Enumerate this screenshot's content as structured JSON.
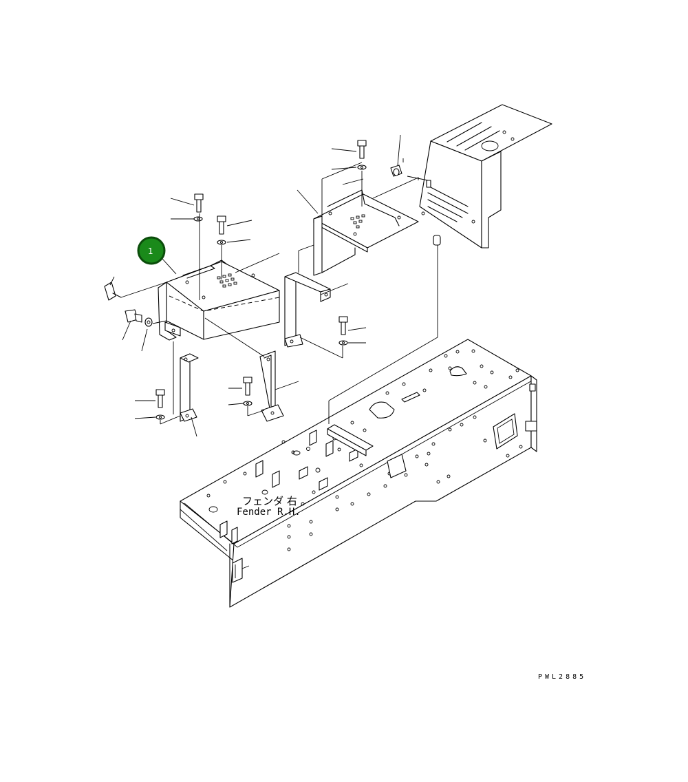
{
  "callout": {
    "number": "1",
    "color": "#1a8a1a",
    "border": "#0b4d0b"
  },
  "fender_label": {
    "japanese": "フェンダ 右",
    "english": "Fender R.H."
  },
  "drawing_code": "PWL2885"
}
